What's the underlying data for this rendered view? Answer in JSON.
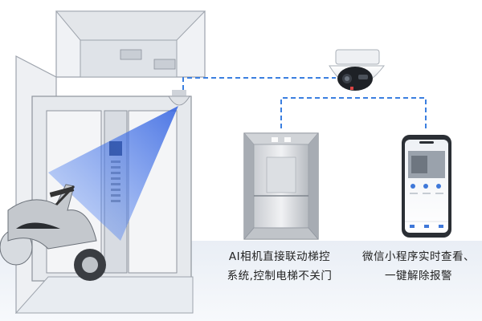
{
  "captions": {
    "elevator_line1": "AI相机直接联动梯控",
    "elevator_line2": "系统,控制电梯不关门",
    "phone_line1": "微信小程序实时查看、",
    "phone_line2": "一键解除报警"
  },
  "icons": [
    "dome-camera-icon",
    "elevator-icon",
    "smartphone-icon",
    "scooter-icon"
  ],
  "colors": {
    "connector": "#3b7fe0",
    "beam": "#3d6fe8",
    "elevator_steel": "#b8bcc2",
    "text": "#222222"
  }
}
